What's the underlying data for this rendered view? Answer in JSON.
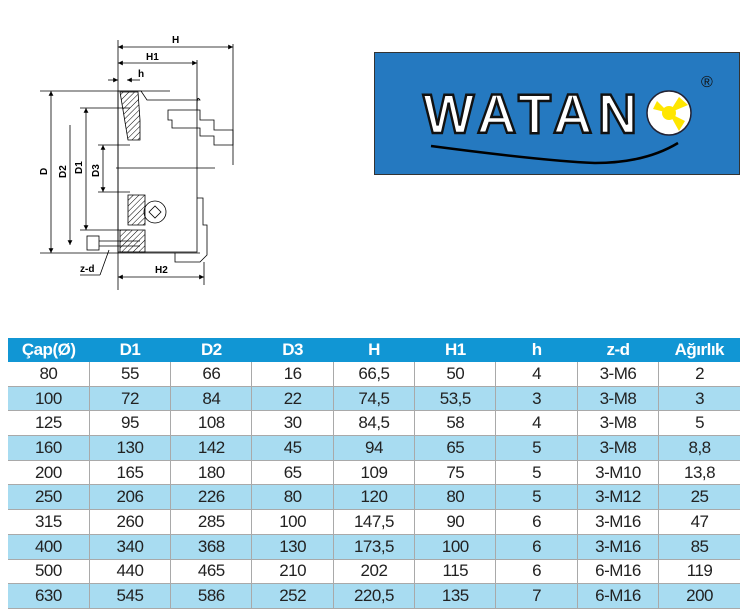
{
  "diagram": {
    "H": "H",
    "H1": "H1",
    "h": "h",
    "D": "D",
    "D2": "D2",
    "D1": "D1",
    "D3": "D3",
    "H2": "H2",
    "zd": "z-d"
  },
  "logo": {
    "text": "WATANO",
    "registered": "®"
  },
  "table": {
    "headers": [
      "Çap(Ø)",
      "D1",
      "D2",
      "D3",
      "H",
      "H1",
      "h",
      "z-d",
      "Ağırlık"
    ],
    "rows": [
      [
        "80",
        "55",
        "66",
        "16",
        "66,5",
        "50",
        "4",
        "3-M6",
        "2"
      ],
      [
        "100",
        "72",
        "84",
        "22",
        "74,5",
        "53,5",
        "3",
        "3-M8",
        "3"
      ],
      [
        "125",
        "95",
        "108",
        "30",
        "84,5",
        "58",
        "4",
        "3-M8",
        "5"
      ],
      [
        "160",
        "130",
        "142",
        "45",
        "94",
        "65",
        "5",
        "3-M8",
        "8,8"
      ],
      [
        "200",
        "165",
        "180",
        "65",
        "109",
        "75",
        "5",
        "3-M10",
        "13,8"
      ],
      [
        "250",
        "206",
        "226",
        "80",
        "120",
        "80",
        "5",
        "3-M12",
        "25"
      ],
      [
        "315",
        "260",
        "285",
        "100",
        "147,5",
        "90",
        "6",
        "3-M16",
        "47"
      ],
      [
        "400",
        "340",
        "368",
        "130",
        "173,5",
        "100",
        "6",
        "3-M16",
        "85"
      ],
      [
        "500",
        "440",
        "465",
        "210",
        "202",
        "115",
        "6",
        "6-M16",
        "119"
      ],
      [
        "630",
        "545",
        "586",
        "252",
        "220,5",
        "135",
        "7",
        "6-M16",
        "200"
      ]
    ]
  }
}
